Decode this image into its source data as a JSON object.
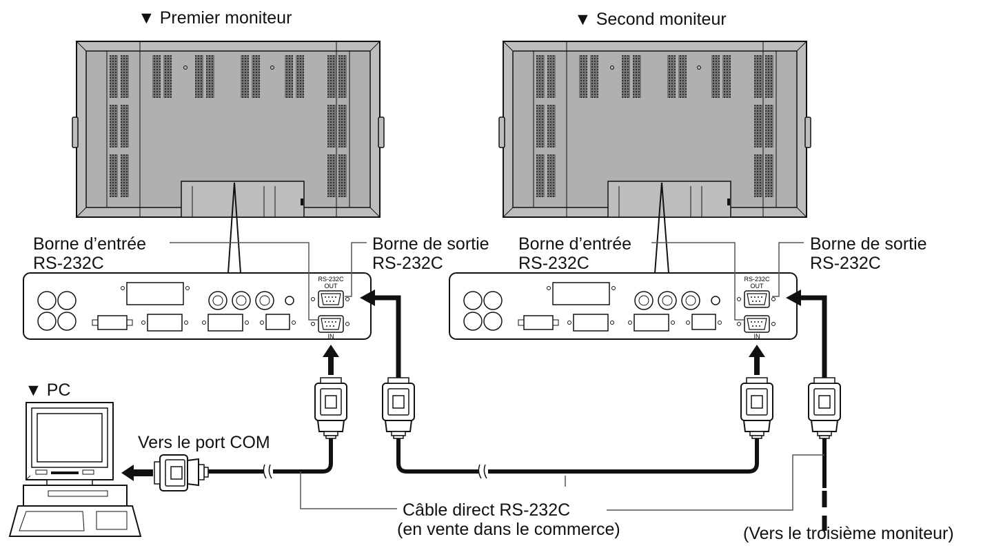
{
  "monitors": {
    "first_title": "▼ Premier moniteur",
    "second_title": "▼ Second moniteur"
  },
  "pc": {
    "title": "▼ PC",
    "com_port": "Vers le port COM"
  },
  "panel": {
    "port_group": "RS-232C",
    "out": "OUT",
    "in": "IN"
  },
  "labels": {
    "input_terminal": [
      "Borne d’entrée",
      "RS-232C"
    ],
    "output_terminal": [
      "Borne de sortie",
      "RS-232C"
    ]
  },
  "cable": {
    "line1": "Câble direct RS-232C",
    "line2": "(en vente dans le commerce)"
  },
  "third_monitor": "(Vers le troisième moniteur)",
  "colors": {
    "stroke": "#111111",
    "panel": "#bdbdbd",
    "leader": "#555555"
  }
}
